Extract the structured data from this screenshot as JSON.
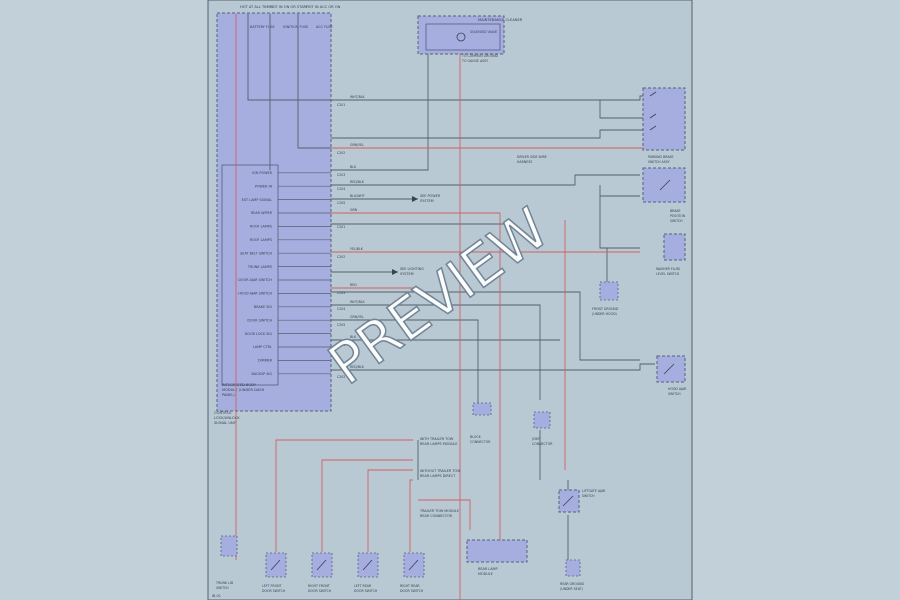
{
  "colors": {
    "background": "#c2d0da",
    "sheet": "#b9c9d4",
    "module_fill": "#a6aee0",
    "module_border": "#55607a",
    "wire_gray": "#55606a",
    "wire_red": "#d06060",
    "watermark_fill": "#ffffff",
    "watermark_stroke": "#6f8193"
  },
  "watermark": "PREVIEW",
  "top_labels": [
    "HOT AT ALL TIMES",
    "HOT IN ON OR START",
    "HOT IN ACC OR ON"
  ],
  "top_fuse_labels": [
    "BATTERY FUSE",
    "IGNITION FUSE",
    "ACC FUSE"
  ],
  "upper_right_module": {
    "title": "MAINTENANCE CLEANER",
    "lines": [
      "SOLENOID VALVE",
      "TO COMMON GROUND",
      "TO GAUGE ASSY"
    ]
  },
  "pins": [
    "IGN POWER",
    "POWER IN",
    "EXT LAMP SIGNAL",
    "REAR WIPER",
    "ROOF LAMPS",
    "ROOF LAMPS",
    "SEAT BELT SWITCH",
    "TRUNK LAMPS",
    "DOOR AJAR SWITCH",
    "HOOD AJAR SWITCH",
    "BRAKE SIG",
    "DOOR SWITCH",
    "DOOR LOCK SIG",
    "LAMP CTRL",
    "DIMMER",
    "BACKUP SIG"
  ],
  "module_caption": [
    "INTEGRATED BODY",
    "MODULE (UNDER DASH",
    "PANEL)"
  ],
  "module_subcaption": [
    "CONTROL",
    "LOCK/UNLOCK",
    "SIGNAL UNIT"
  ],
  "wire_codes": [
    "WHT/BLK",
    "GRN/YEL",
    "BLK",
    "RED/BLK",
    "BLU/WHT",
    "GRN",
    "YEL/BLK",
    "RED"
  ],
  "upper_connectors": [
    "C201",
    "C202",
    "C203",
    "C204",
    "C205"
  ],
  "right_labels": {
    "switch_top": [
      "PARKING BRAKE",
      "SWITCH ASSY"
    ],
    "switch_mid": [
      "BRAKE",
      "POSITION",
      "SWITCH"
    ],
    "switch_lower": [
      "WASHER FLUID",
      "LEVEL SWITCH"
    ],
    "ground_a": [
      "FRONT GROUND",
      "(UNDER HOOD)"
    ],
    "switch_bottom": [
      "HOOD AJAR",
      "SWITCH"
    ],
    "notes": [
      "DRIVER SIDE WIRE",
      "HARNESS"
    ]
  },
  "arrow_labels": [
    [
      "SEE POWER",
      "SYSTEM"
    ],
    [
      "SEE LIGHTING",
      "SYSTEM"
    ]
  ],
  "center_notes": [
    [
      "BLOCK",
      "CONNECTOR"
    ],
    [
      "JOINT",
      "CONNECTOR"
    ]
  ],
  "lower_notes": [
    [
      "WITH TRAILER TOW",
      "REAR LAMPS MODULE"
    ],
    [
      "WITHOUT TRAILER TOW",
      "REAR LAMPS DIRECT"
    ],
    [
      "TRAILER TOW MODULE",
      "REAR CONNECTOR"
    ]
  ],
  "lower_switches": [
    [
      "LEFT FRONT",
      "DOOR SWITCH"
    ],
    [
      "RIGHT FRONT",
      "DOOR SWITCH"
    ],
    [
      "LEFT REAR",
      "DOOR SWITCH"
    ],
    [
      "RIGHT REAR",
      "DOOR SWITCH"
    ]
  ],
  "lower_left": [
    "TRUNK LID",
    "SWITCH"
  ],
  "bottom_module": [
    "REAR LAMP",
    "MODULE"
  ],
  "bottom_right_switch": [
    "LIFTGATE AJAR",
    "SWITCH"
  ],
  "bottom_right_ground": [
    "REAR GROUND",
    "(UNDER SEAT)"
  ],
  "footer": "IB-01"
}
